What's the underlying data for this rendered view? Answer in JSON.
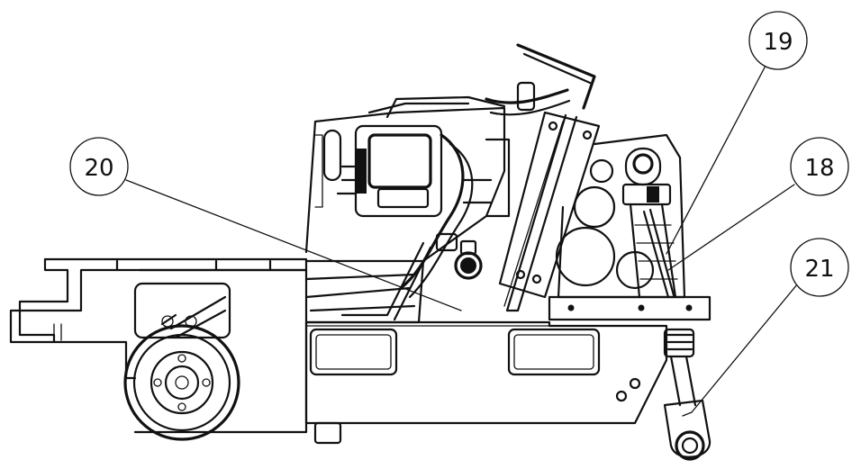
{
  "callouts": [
    {
      "id": "callout-18",
      "label": "18"
    },
    {
      "id": "callout-19",
      "label": "19"
    },
    {
      "id": "callout-20",
      "label": "20"
    },
    {
      "id": "callout-21",
      "label": "21"
    }
  ]
}
